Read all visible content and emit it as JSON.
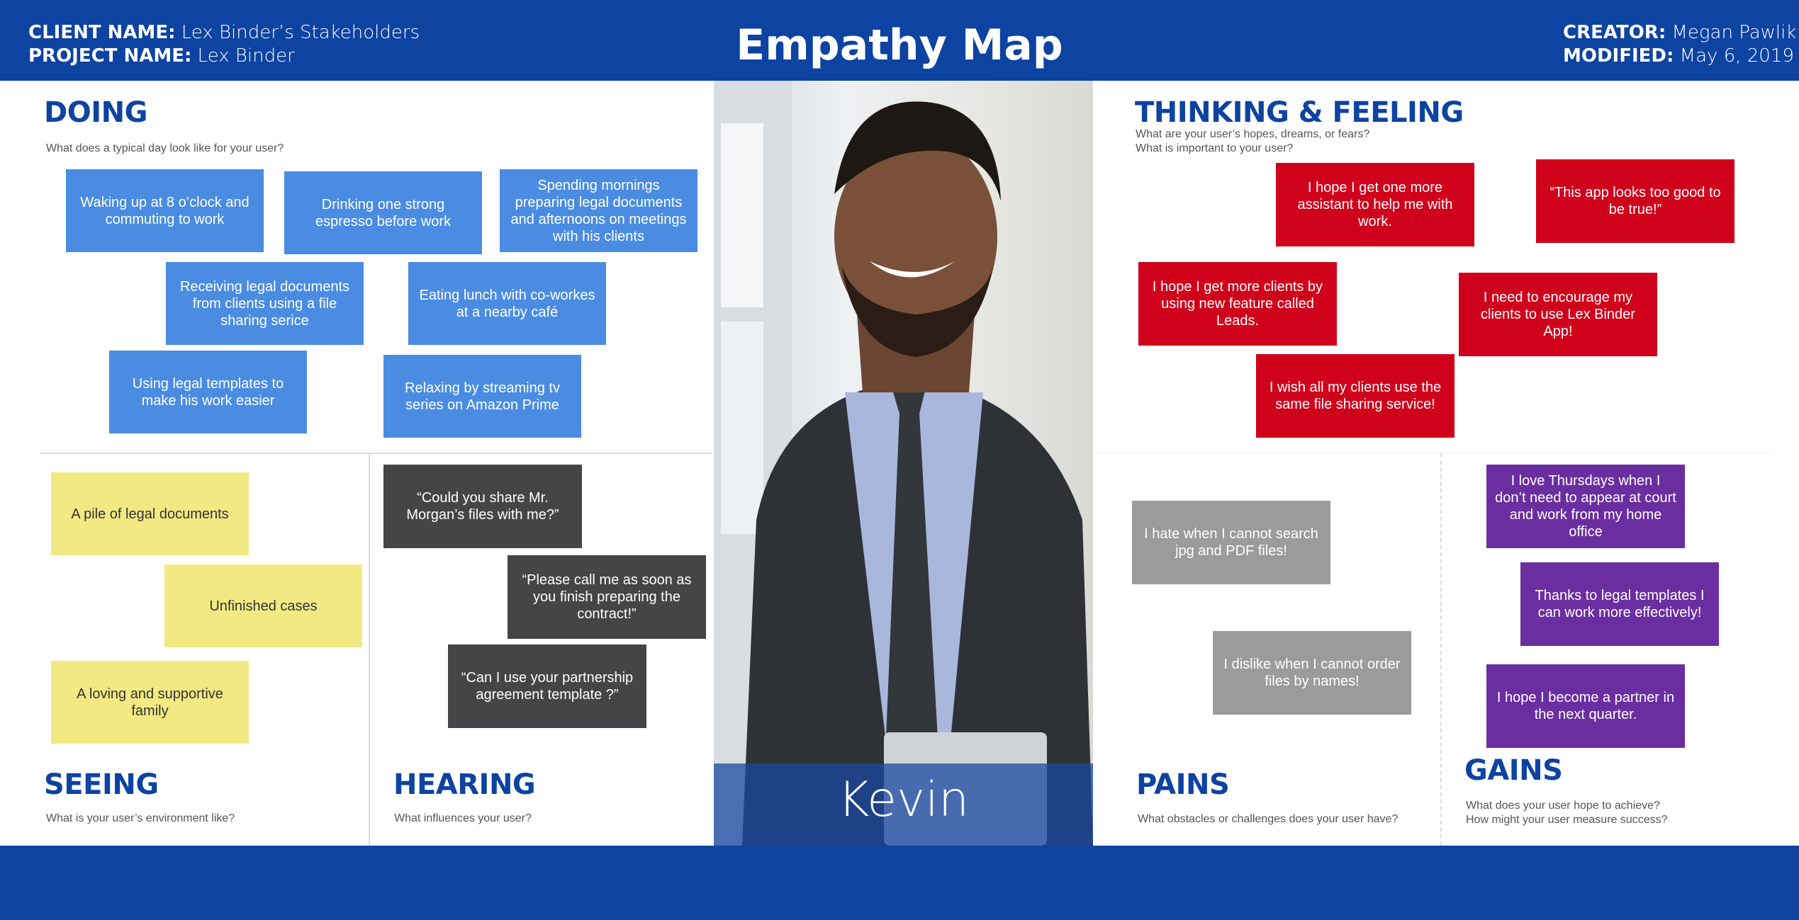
{
  "header": {
    "client_label": "CLIENT NAME:",
    "client_value": "Lex Binder’s Stakeholders",
    "project_label": "PROJECT NAME:",
    "project_value": "Lex Binder",
    "title": "Empathy Map",
    "creator_label": "CREATOR:",
    "creator_value": "Megan Pawlik",
    "modified_label": "MODIFIED:",
    "modified_value": "May 6, 2019"
  },
  "persona": {
    "name": "Kevin"
  },
  "doing": {
    "title": "DOING",
    "question": "What does a typical day look like for your user?",
    "notes": [
      "Waking up at 8 o’clock and commuting to work",
      "Drinking one strong espresso before work",
      "Spending mornings preparing legal documents and afternoons on meetings with his clients",
      "Receiving legal documents from clients using a file sharing serice",
      "Eating lunch with co-workes at a nearby café",
      "Using legal templates to make his work easier",
      "Relaxing by streaming tv series on Amazon Prime"
    ]
  },
  "thinking": {
    "title": "THINKING & FEELING",
    "question1": "What are your user’s hopes, dreams, or fears?",
    "question2": "What is important to your user?",
    "notes": [
      "I hope I get one more assistant to help me with work.",
      "“This app looks too good to be true!”",
      "I hope I get more clients by using new feature called Leads.",
      "I need to encourage my clients to use Lex Binder App!",
      "I wish all my clients use the same file sharing service!"
    ]
  },
  "seeing": {
    "title": "SEEING",
    "question": "What is your user’s environment like?",
    "notes": [
      "A pile of legal documents",
      "Unfinished cases",
      "A loving and supportive family"
    ]
  },
  "hearing": {
    "title": "HEARING",
    "question": "What influences your user?",
    "notes": [
      "“Could you share Mr. Morgan’s files with me?”",
      "“Please call me as soon as you finish preparing the contract!”",
      "“Can I use your partnership agreement template ?”"
    ]
  },
  "pains": {
    "title": "PAINS",
    "question": "What obstacles or challenges does your user have?",
    "notes": [
      "I hate when I cannot search jpg and PDF files!",
      "I dislike when I cannot order files by names!"
    ]
  },
  "gains": {
    "title": "GAINS",
    "question1": "What does your user hope to achieve?",
    "question2": "How might your user measure success?",
    "notes": [
      "I love Thursdays when I don’t need to appear at court and work from my home office",
      "Thanks to legal templates I can work more effectively!",
      "I hope I become a partner in the next quarter."
    ]
  },
  "colors": {
    "brand_blue": "#0d43a1",
    "doing_note": "#4a8ce2",
    "seeing_note": "#f3e983",
    "hearing_note": "#454446",
    "thinking_note": "#d0021b",
    "pains_note": "#9b9b9b",
    "gains_note": "#6a2ea0"
  }
}
